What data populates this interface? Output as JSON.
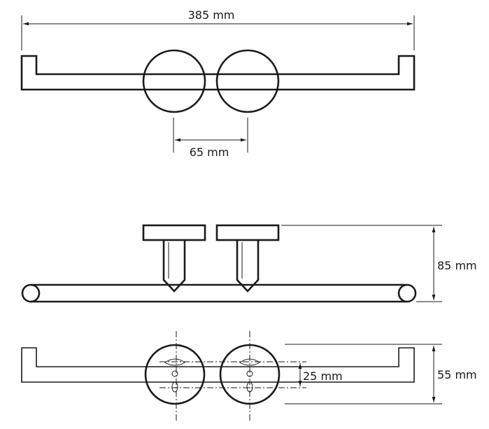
{
  "dimensions": {
    "overall_length": "385 mm",
    "mount_spacing": "65 mm",
    "projection_depth": "85 mm",
    "slot_spacing": "25 mm",
    "base_height": "55 mm"
  },
  "colors": {
    "line": "#1a1a1a",
    "background": "#ffffff"
  }
}
